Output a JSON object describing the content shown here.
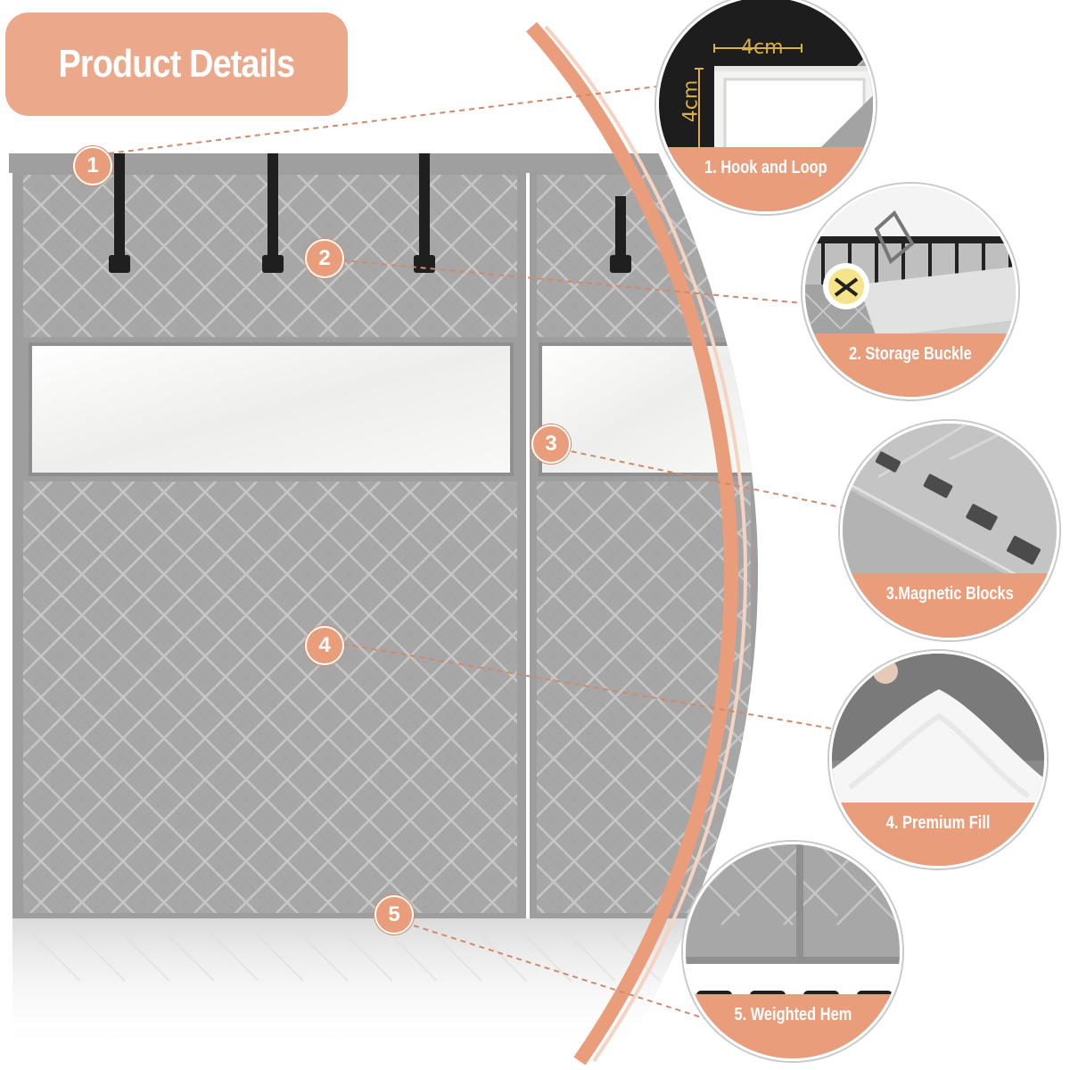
{
  "title": "Product Details",
  "markers": [
    "1",
    "2",
    "3",
    "4",
    "5"
  ],
  "callouts": [
    {
      "label": "1. Hook and Loop",
      "measure_top": "4cm",
      "measure_side": "4cm"
    },
    {
      "label": "2. Storage Buckle"
    },
    {
      "label": "3.Magnetic Blocks"
    },
    {
      "label": "4. Premium Fill"
    },
    {
      "label": "5. Weighted Hem"
    }
  ],
  "colors": {
    "accent": "#ea9d7b",
    "fabric": "#a6a6a6",
    "quilt_line": "#c4c4c4",
    "window": "#f4f4f2",
    "strap": "#1f1f1f"
  }
}
